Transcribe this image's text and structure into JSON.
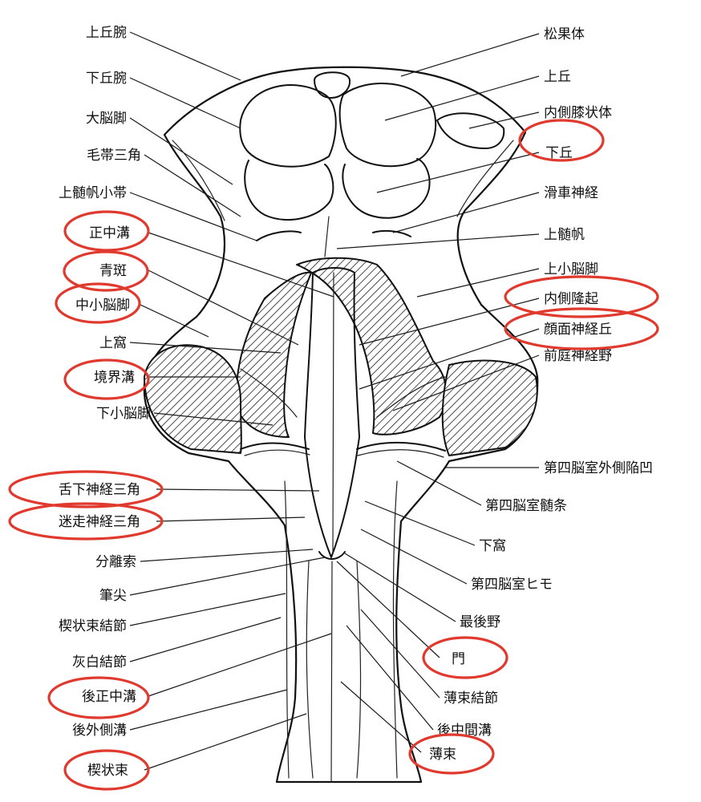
{
  "labels_left": [
    "上丘腕",
    "下丘腕",
    "大脳脚",
    "毛帯三角",
    "上髄帆小帯",
    "正中溝",
    "青斑",
    "中小脳脚",
    "上窩",
    "境界溝",
    "下小脳脚",
    "舌下神経三角",
    "迷走神経三角",
    "分離索",
    "筆尖",
    "楔状束結節",
    "灰白結節",
    "後正中溝",
    "後外側溝",
    "楔状束"
  ],
  "labels_right": [
    "松果体",
    "上丘",
    "内側膝状体",
    "下丘",
    "滑車神経",
    "上髄帆",
    "上小脳脚",
    "内側隆起",
    "顔面神経丘",
    "前庭神経野",
    "第四脳室外側陥凹",
    "第四脳室髄条",
    "下窩",
    "第四脳室ヒモ",
    "最後野",
    "門",
    "薄束結節",
    "後中間溝",
    "薄束"
  ],
  "highlighted_labels": [
    "下丘",
    "正中溝",
    "青斑",
    "中小脳脚",
    "内側隆起",
    "顔面神経丘",
    "境界溝",
    "舌下神経三角",
    "迷走神経三角",
    "門",
    "後正中溝",
    "楔状束",
    "薄束"
  ],
  "colors": {
    "highlight": "#e03a2f",
    "ink": "#111111",
    "background": "#ffffff"
  }
}
